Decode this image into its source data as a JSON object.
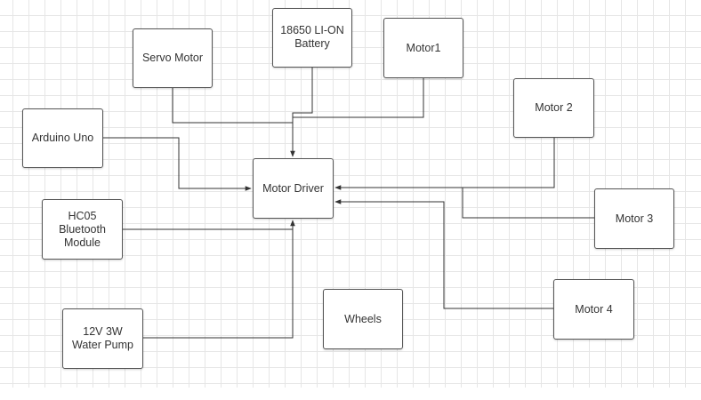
{
  "diagram": {
    "nodes": {
      "servo_motor": "Servo Motor",
      "battery": "18650 LI-ON\nBattery",
      "motor1": "Motor1",
      "motor2": "Motor 2",
      "arduino": "Arduino Uno",
      "motor_driver": "Motor Driver",
      "hc05": "HC05\nBluetooth\nModule",
      "motor3": "Motor 3",
      "motor4": "Motor 4",
      "wheels": "Wheels",
      "water_pump": "12V 3W\nWater Pump"
    },
    "edges": [
      {
        "from": "Servo Motor",
        "to": "Motor Driver"
      },
      {
        "from": "18650 LI-ON Battery",
        "to": "Motor Driver"
      },
      {
        "from": "Motor1",
        "to": "Motor Driver"
      },
      {
        "from": "Arduino Uno",
        "to": "Motor Driver"
      },
      {
        "from": "Motor 2",
        "to": "Motor Driver"
      },
      {
        "from": "Motor 3",
        "to": "Motor Driver"
      },
      {
        "from": "Motor 4",
        "to": "Motor Driver"
      },
      {
        "from": "HC05 Bluetooth Module",
        "to": "Motor Driver"
      },
      {
        "from": "12V 3W Water Pump",
        "to": "Motor Driver"
      }
    ],
    "colors": {
      "line": "#333333",
      "box_border": "#555555",
      "grid": "#e6e6e6"
    }
  }
}
